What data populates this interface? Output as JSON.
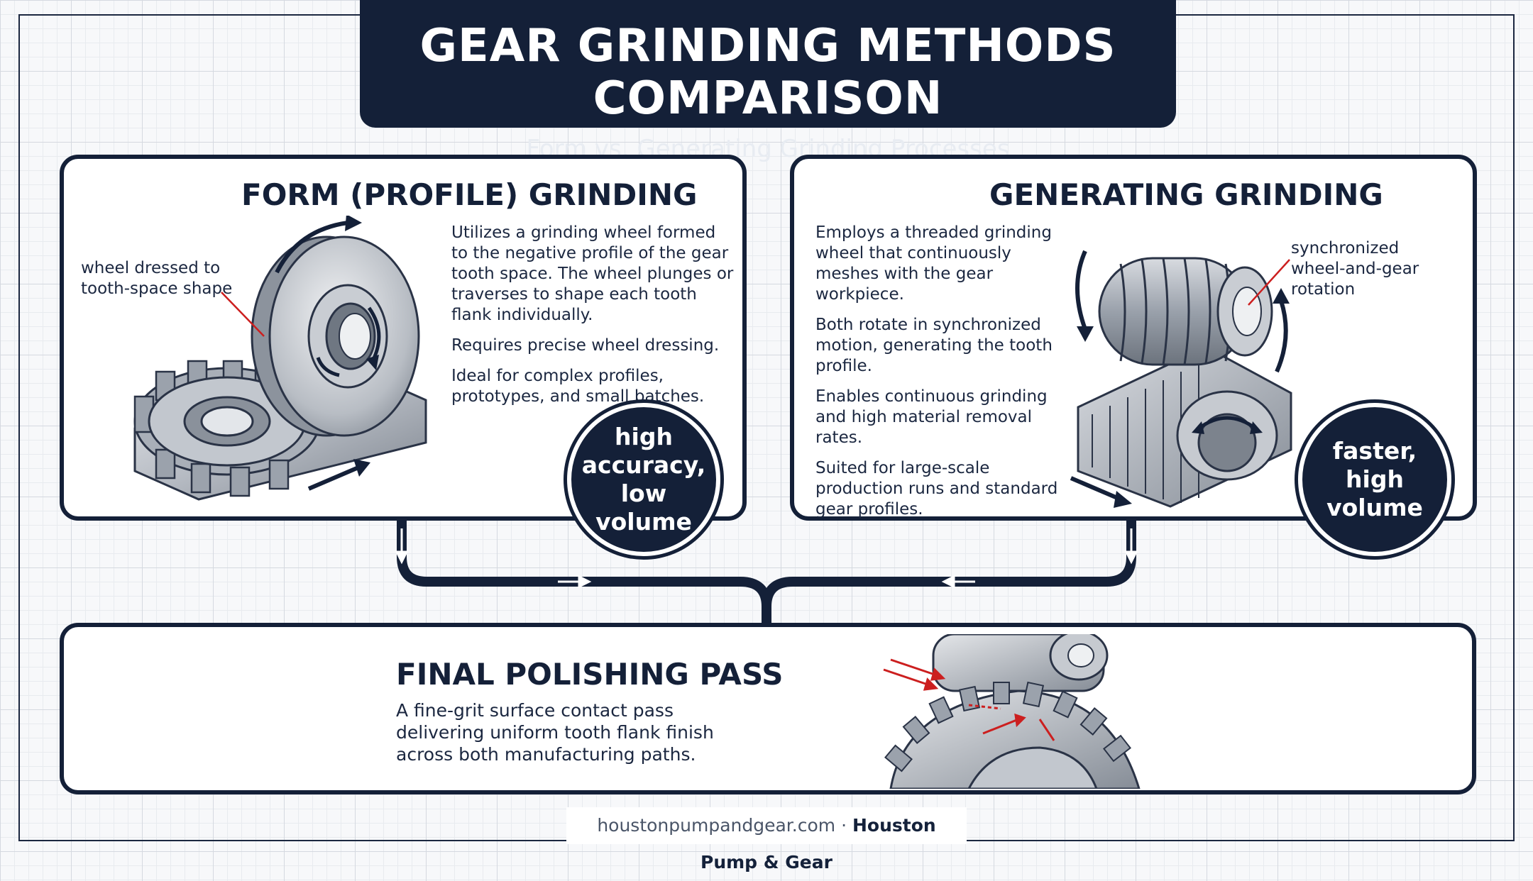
{
  "header": {
    "title": "GEAR GRINDING METHODS COMPARISON",
    "subtitle": "Form vs. Generating Grinding Processes"
  },
  "form": {
    "title": "FORM (PROFILE) GRINDING",
    "label": "wheel dressed to tooth-space shape",
    "paragraphs": [
      "Utilizes a grinding wheel formed to the negative profile of the gear tooth space. The wheel plunges or traverses to shape each tooth flank individually.",
      "Requires precise wheel dressing.",
      "Ideal for complex profiles, prototypes, and small batches."
    ],
    "badge": "high\naccuracy,\nlow volume"
  },
  "generating": {
    "title": "GENERATING GRINDING",
    "label": "synchronized wheel-and-gear rotation",
    "paragraphs": [
      "Employs a threaded grinding wheel that continuously meshes with the gear workpiece.",
      "Both rotate in synchronized motion, generating the tooth profile.",
      "Enables continuous grinding and high material removal rates.",
      "Suited for large-scale production runs and standard gear profiles."
    ],
    "badge": "faster,\nhigh\nvolume"
  },
  "final": {
    "title": "FINAL POLISHING PASS",
    "description": "A fine-grit surface contact pass delivering uniform tooth flank finish across both manufacturing paths."
  },
  "footer": {
    "site": "houstonpumpandgear.com",
    "separator": " · ",
    "brand": "Houston Pump & Gear"
  },
  "colors": {
    "navy": "#142038",
    "accent_red": "#cc1f1f",
    "steel": "#b9bec6"
  }
}
